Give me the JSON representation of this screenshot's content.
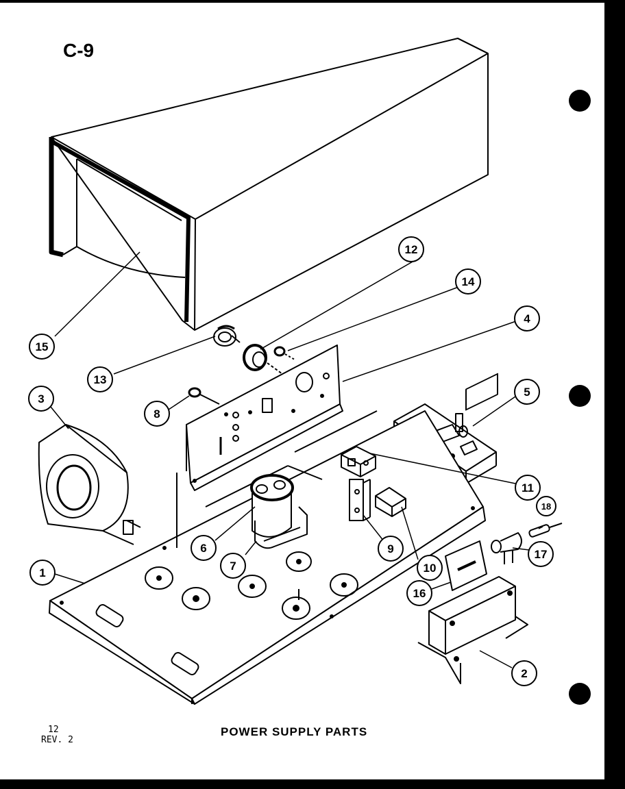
{
  "page": {
    "code": "C-9",
    "page_number": "12",
    "revision": "REV. 2",
    "title": "POWER SUPPLY PARTS"
  },
  "callouts": {
    "c1": "1",
    "c2": "2",
    "c3": "3",
    "c4": "4",
    "c5": "5",
    "c6": "6",
    "c7": "7",
    "c8": "8",
    "c9": "9",
    "c10": "10",
    "c11": "11",
    "c12": "12",
    "c13": "13",
    "c14": "14",
    "c15": "15",
    "c16": "16",
    "c17": "17",
    "c18": "18"
  }
}
